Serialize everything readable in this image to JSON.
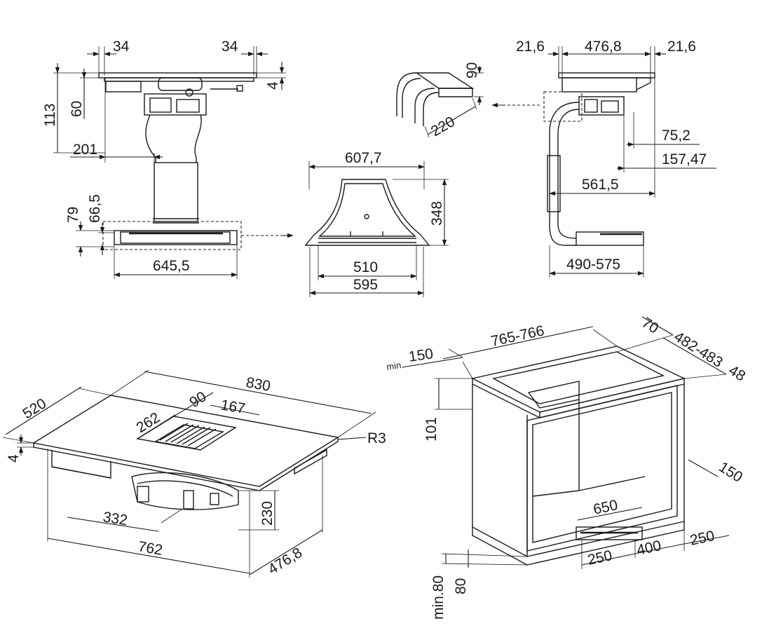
{
  "dimensions": {
    "side_left_34": "34",
    "side_right_34": "34",
    "side_4": "4",
    "side_113": "113",
    "side_60": "60",
    "side_201": "201",
    "side_79": "79",
    "side_66_5": "66,5",
    "side_645_5": "645,5",
    "adapter_607_7": "607,7",
    "adapter_348": "348",
    "adapter_510": "510",
    "adapter_595": "595",
    "bend_90": "90",
    "bend_220": "220",
    "right_21_6_left": "21,6",
    "right_476_8": "476,8",
    "right_21_6_right": "21,6",
    "right_75_2": "75,2",
    "right_157_47": "157,47",
    "right_561_5": "561,5",
    "right_490_575": "490-575",
    "hob_520": "520",
    "hob_830": "830",
    "hob_90": "90",
    "hob_167": "167",
    "hob_262": "262",
    "hob_r3": "R3",
    "hob_4": "4",
    "hob_332": "332",
    "hob_230": "230",
    "hob_762": "762",
    "hob_476_8": "476,8",
    "cab_min150": "150",
    "cab_min150_prefix": "min.",
    "cab_765_766": "765-766",
    "cab_70": "70",
    "cab_482_483": "482-483",
    "cab_48": "48",
    "cab_101": "101",
    "cab_150": "150",
    "cab_650": "650",
    "cab_250_right": "250",
    "cab_400": "400",
    "cab_250_left": "250",
    "cab_80": "80",
    "cab_min80": "min.80"
  }
}
